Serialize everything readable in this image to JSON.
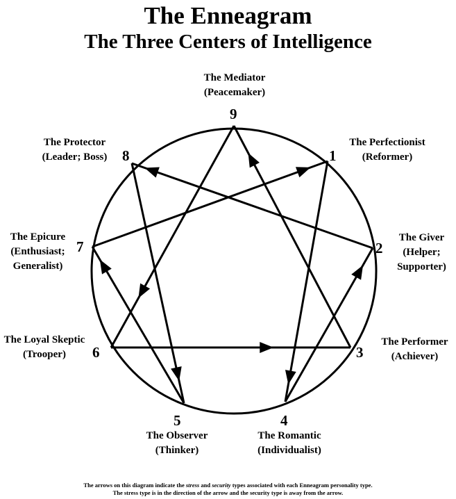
{
  "title": "The Enneagram",
  "subtitle": "The Three Centers of Intelligence",
  "types": [
    {
      "num": "9",
      "name": "The Mediator",
      "alt": "(Peacemaker)"
    },
    {
      "num": "1",
      "name": "The Perfectionist",
      "alt": "(Reformer)"
    },
    {
      "num": "2",
      "name": "The Giver",
      "alt": "(Helper;",
      "alt2": "Supporter)"
    },
    {
      "num": "3",
      "name": "The Performer",
      "alt": "(Achiever)"
    },
    {
      "num": "4",
      "name": "The Romantic",
      "alt": "(Individualist)"
    },
    {
      "num": "5",
      "name": "The Observer",
      "alt": "(Thinker)"
    },
    {
      "num": "6",
      "name": "The Loyal Skeptic",
      "alt": "(Trooper)"
    },
    {
      "num": "7",
      "name": "The Epicure",
      "alt": "(Enthusiast;",
      "alt2": "Generalist)"
    },
    {
      "num": "8",
      "name": "The Protector",
      "alt": "(Leader; Boss)"
    }
  ],
  "arrows": [
    [
      "9",
      "6"
    ],
    [
      "6",
      "3"
    ],
    [
      "3",
      "9"
    ],
    [
      "1",
      "4"
    ],
    [
      "4",
      "2"
    ],
    [
      "2",
      "8"
    ],
    [
      "8",
      "5"
    ],
    [
      "5",
      "7"
    ],
    [
      "7",
      "1"
    ]
  ],
  "footer": {
    "line1_a": "The arrows on this diagram indicate the ",
    "line1_stress": "stress",
    "line1_b": " and ",
    "line1_security": "security",
    "line1_c": " types associated with each Enneagram personality type.",
    "line2": "The stress type is in the direction of the arrow and the security type is away from the arrow."
  }
}
